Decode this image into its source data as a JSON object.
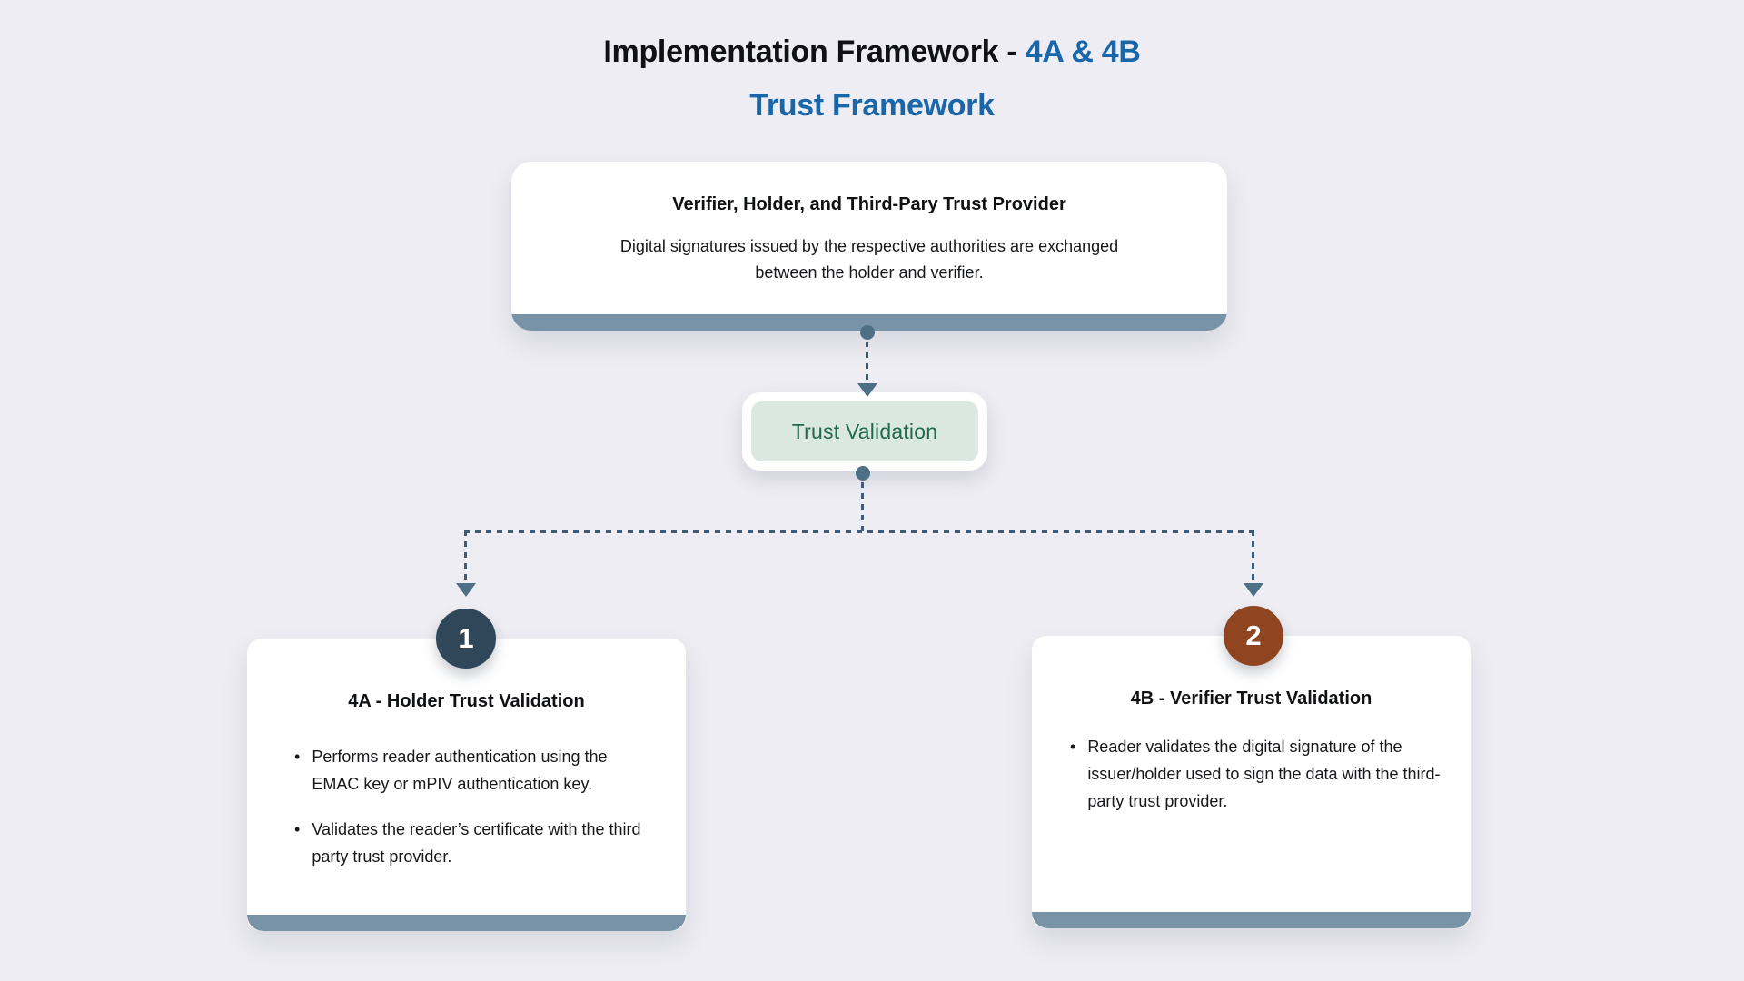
{
  "title": {
    "line1_black": "Implementation Framework - ",
    "line1_blue": "4A & 4B",
    "line2": "Trust Framework"
  },
  "top_card": {
    "title": "Verifier, Holder, and  Third-Pary Trust Provider",
    "body": "Digital signatures issued by the respective authorities are exchanged between the holder and verifier."
  },
  "trust_validation": {
    "label": "Trust Validation"
  },
  "branches": [
    {
      "number": "1",
      "title": "4A -  Holder Trust Validation",
      "bullets": [
        "Performs reader authentication using the EMAC key or mPIV authentication key.",
        "Validates the reader’s  certificate with the third party trust provider."
      ]
    },
    {
      "number": "2",
      "title": "4B -  Verifier Trust Validation",
      "bullets": [
        "Reader validates the digital signature of the issuer/holder used to sign the data with the third-party trust provider."
      ]
    }
  ],
  "colors": {
    "background": "#EEEDF3",
    "accent_blue": "#1966A8",
    "bar_slate": "#7893A6",
    "connector": "#3E5D75",
    "dot": "#4E7086",
    "circle_1": "#2F4759",
    "circle_2": "#8E4520",
    "chip_bg": "#DBE7E1",
    "chip_text": "#21694A"
  }
}
